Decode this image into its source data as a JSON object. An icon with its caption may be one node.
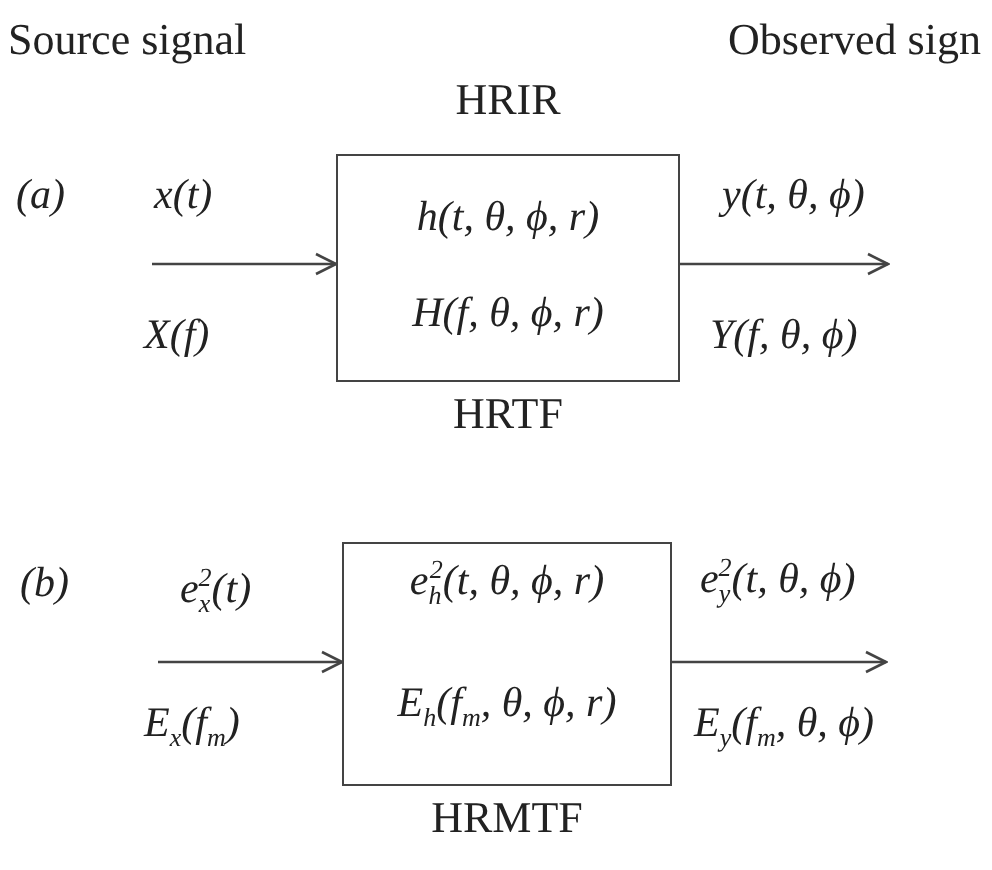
{
  "diagram": {
    "nodes": [
      {
        "text": [
          "HRIR",
          "h(t, θ, ϕ, r)",
          "H(f, θ, ϕ, r)"
        ],
        "beside": [
          "HRTF"
        ]
      },
      {
        "text": [
          "e$_{h}$$^{2}$(t, θ, ϕ, r)",
          "E$_{h}$(f$_{m}$, θ, ϕ, r)"
        ],
        "beside": [
          "HRMTF"
        ]
      }
    ],
    "edges": [
      {
        "from": null,
        "to": 0,
        "arrow": "to"
      },
      {
        "from": 0,
        "to": null,
        "arrow": "to"
      },
      {
        "from": null,
        "to": 1,
        "arrow": "to"
      },
      {
        "from": 1,
        "to": null,
        "arrow": "to"
      }
    ],
    "labels": [
      "Source signal",
      "Observed sign",
      "(a)",
      "x(t)",
      "X(f)",
      "y(t, θ, ϕ)",
      "Y(f, θ, ϕ)",
      "(b)",
      "e$_{x}$$^{2}$(t)",
      "E$_{x}$(f$_{m}$)",
      "e$_{y}$$^{2}$(t, θ, ϕ)",
      "E$_{y}$(f$_{m}$, θ, ϕ)"
    ]
  }
}
